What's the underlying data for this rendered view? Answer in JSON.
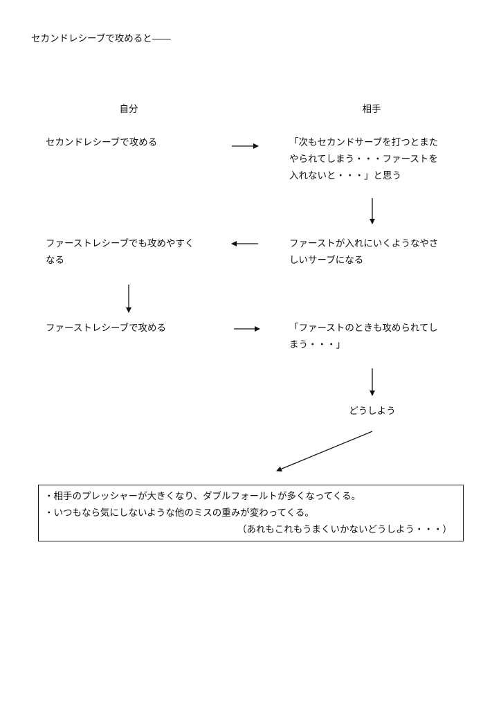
{
  "title": "セカンドレシーブで攻めると――",
  "columns": {
    "self": "自分",
    "opponent": "相手"
  },
  "self": {
    "step1": "セカンドレシーブで攻める",
    "step2": [
      "ファーストレシーブでも攻めやすく",
      "なる"
    ],
    "step3": "ファーストレシーブで攻める"
  },
  "opponent": {
    "step1": [
      "「次もセカンドサーブを打つとまた",
      "やられてしまう・・・ファーストを",
      "入れないと・・・」と思う"
    ],
    "step2": [
      "ファーストが入れにいくようなやさ",
      "しいサーブになる"
    ],
    "step3": [
      "「ファーストのときも攻められてし",
      "まう・・・」"
    ],
    "step4": "どうしよう"
  },
  "conclusion": {
    "lines": [
      "・相手のプレッシャーが大きくなり、ダブルフォールトが多くなってくる。",
      "・いつもなら気にしないような他のミスの重みが変わってくる。"
    ],
    "note": "（あれもこれもうまくいかないどうしよう・・・）"
  }
}
